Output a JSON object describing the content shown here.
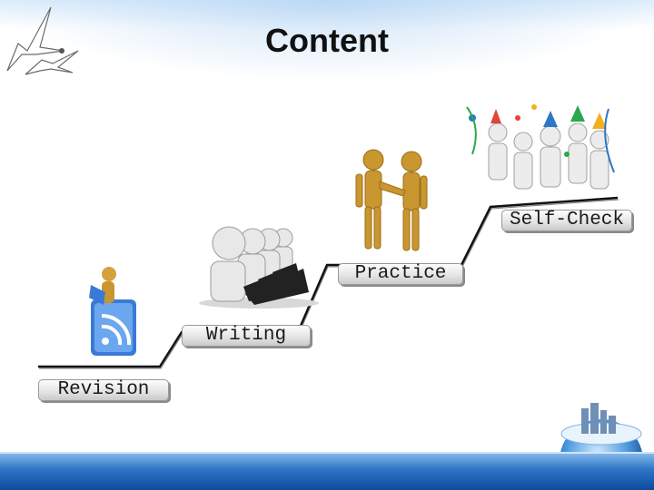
{
  "slide": {
    "title": "Content",
    "steps": {
      "revision": "Revision",
      "writing": "Writing",
      "practice": "Practice",
      "self_check": "Self-Check"
    }
  },
  "colors": {
    "accent_blue": "#2e76c8",
    "figure_gold": "#c9962f",
    "step_line": "#111111"
  }
}
